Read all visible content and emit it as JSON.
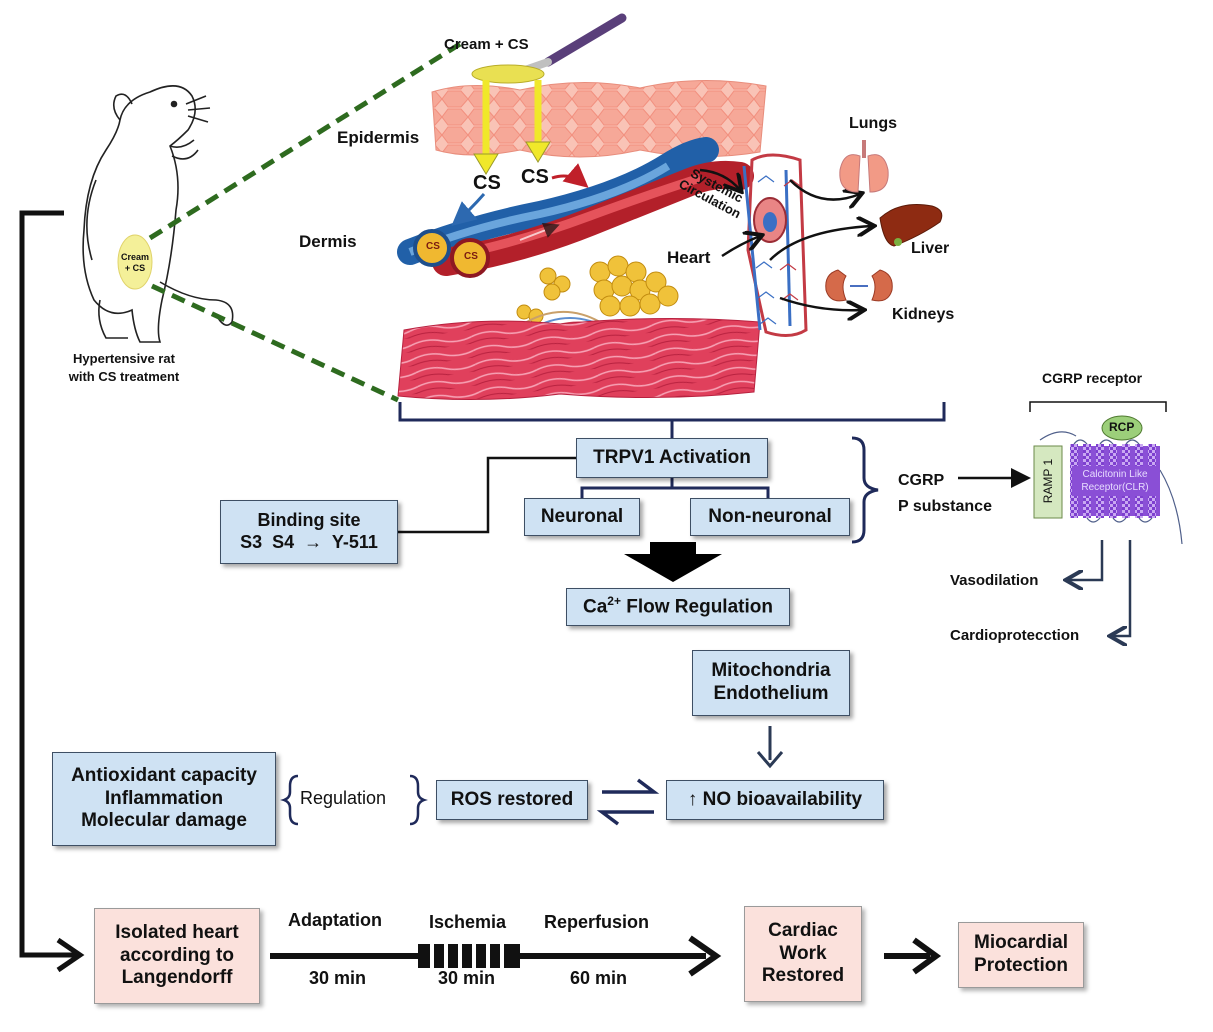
{
  "skin": {
    "cream_label": "Cream + CS",
    "epidermis": "Epidermis",
    "dermis": "Dermis",
    "cs_label": "CS",
    "cs_vessel_label": "CS",
    "systemic_circulation": "Systemic Circulation",
    "heart": "Heart"
  },
  "organs": {
    "lungs": "Lungs",
    "liver": "Liver",
    "kidneys": "Kidneys"
  },
  "rat": {
    "patch_label": "Cream + CS",
    "caption_line1": "Hypertensive rat",
    "caption_line2": "with CS treatment"
  },
  "mechanism": {
    "trpv1": "TRPV1 Activation",
    "neuronal": "Neuronal",
    "non_neuronal": "Non-neuronal",
    "binding_line1": "Binding site",
    "binding_line2": "S3  S4  →  Y-511",
    "ca_flow_prefix": "Ca",
    "ca_flow_sup": "2+",
    "ca_flow_suffix": " Flow Regulation",
    "cgrp": "CGRP",
    "p_substance": "P substance",
    "mito_line1": "Mitochondria",
    "mito_line2": "Endothelium",
    "no_bio": "↑ NO bioavailability",
    "ros": "ROS restored",
    "regulation": "Regulation",
    "antiox_line1": "Antioxidant capacity",
    "antiox_line2": "Inflammation",
    "antiox_line3": "Molecular damage"
  },
  "receptor": {
    "title": "CGRP receptor",
    "rcp": "RCP",
    "ramp": "RAMP 1",
    "clr_line1": "Calcitonin Like",
    "clr_line2": "Receptor(CLR)",
    "vasodilation": "Vasodilation",
    "cardioprotection": "Cardioprotecction"
  },
  "protocol": {
    "isolated_line1": "Isolated heart",
    "isolated_line2": "according to",
    "isolated_line3": "Langendorff",
    "adaptation": "Adaptation",
    "adaptation_time": "30 min",
    "ischemia": "Ischemia",
    "ischemia_time": "30 min",
    "reperfusion": "Reperfusion",
    "reperfusion_time": "60 min",
    "cardiac_line1": "Cardiac",
    "cardiac_line2": "Work",
    "cardiac_line3": "Restored",
    "miocardial_line1": "Miocardial",
    "miocardial_line2": "Protection"
  },
  "colors": {
    "box_blue": "#cfe2f3",
    "box_pink": "#fbe1dc",
    "skin_pink": "#f7b8aa",
    "muscle_red": "#e0405c",
    "dashed_green": "#2e6b1f",
    "bracket_navy": "#1f2a5a",
    "clr_purple": "#8a4fd6",
    "ramp_green": "#d5e8c0",
    "fat_yellow": "#f0c23a"
  }
}
